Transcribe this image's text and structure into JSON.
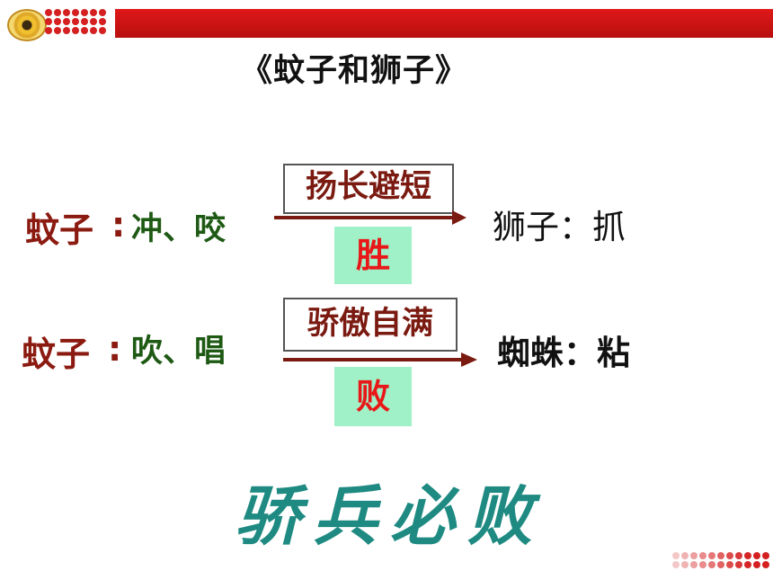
{
  "title": "《蚊子和狮子》",
  "rows": [
    {
      "subject": "蚊子",
      "colon": ":",
      "actions": "冲、咬",
      "box_label": "扬长避短",
      "result": "胜",
      "target": "狮子：抓"
    },
    {
      "subject": "蚊子",
      "colon": ":",
      "actions": "吹、唱",
      "box_label": "骄傲自满",
      "result": "败",
      "target": "蜘蛛：粘"
    }
  ],
  "idiom": "骄兵必败",
  "colors": {
    "header_red": "#d42020",
    "subject": "#8b1a10",
    "action": "#1e5a14",
    "result_bg": "#a0f0c8",
    "result_text": "#e81818",
    "idiom": "#1e8a82"
  }
}
